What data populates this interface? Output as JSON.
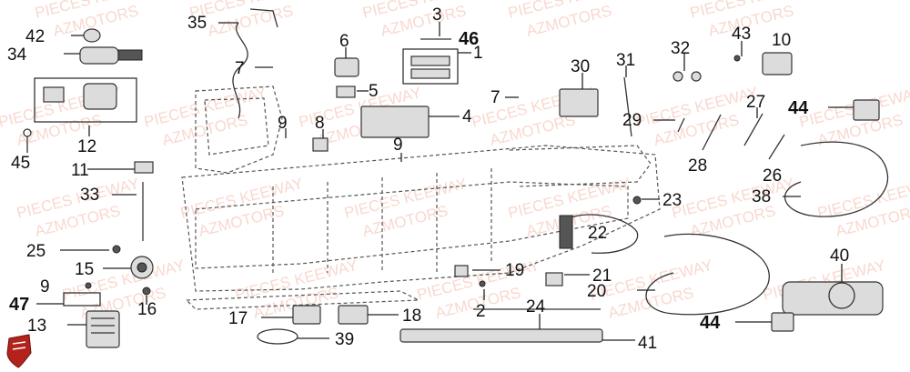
{
  "watermark": {
    "line1": "PIECES KEEWAY",
    "line2": "AZMOTORS",
    "color": "#f3b9a8"
  },
  "logo": {
    "name": "azmotors-shield-logo",
    "color": "#b3231c"
  },
  "callouts": [
    {
      "id": "35",
      "bold": false
    },
    {
      "id": "3",
      "bold": false
    },
    {
      "id": "42",
      "bold": false
    },
    {
      "id": "6",
      "bold": false
    },
    {
      "id": "46",
      "bold": true
    },
    {
      "id": "34",
      "bold": false
    },
    {
      "id": "1",
      "bold": false
    },
    {
      "id": "32",
      "bold": false
    },
    {
      "id": "43",
      "bold": false
    },
    {
      "id": "10",
      "bold": false
    },
    {
      "id": "30",
      "bold": false
    },
    {
      "id": "31",
      "bold": false
    },
    {
      "id": "7a",
      "label": "7",
      "bold": false
    },
    {
      "id": "5",
      "bold": false
    },
    {
      "id": "7b",
      "label": "7",
      "bold": false
    },
    {
      "id": "27",
      "bold": false
    },
    {
      "id": "44a",
      "label": "44",
      "bold": true
    },
    {
      "id": "29",
      "bold": false
    },
    {
      "id": "4",
      "bold": false
    },
    {
      "id": "9a",
      "label": "9",
      "bold": false
    },
    {
      "id": "8",
      "bold": false
    },
    {
      "id": "12",
      "bold": false
    },
    {
      "id": "9b",
      "label": "9",
      "bold": false
    },
    {
      "id": "28",
      "bold": false
    },
    {
      "id": "26",
      "bold": false
    },
    {
      "id": "45",
      "bold": false
    },
    {
      "id": "11",
      "bold": false
    },
    {
      "id": "38",
      "bold": false
    },
    {
      "id": "33",
      "bold": false
    },
    {
      "id": "23",
      "bold": false
    },
    {
      "id": "22",
      "bold": false
    },
    {
      "id": "25",
      "bold": false
    },
    {
      "id": "40",
      "bold": false
    },
    {
      "id": "15",
      "bold": false
    },
    {
      "id": "19",
      "bold": false
    },
    {
      "id": "21",
      "bold": false
    },
    {
      "id": "9c",
      "label": "9",
      "bold": false
    },
    {
      "id": "20",
      "bold": false
    },
    {
      "id": "47",
      "bold": true
    },
    {
      "id": "16",
      "bold": false
    },
    {
      "id": "2",
      "bold": false
    },
    {
      "id": "24",
      "bold": false
    },
    {
      "id": "13",
      "bold": false
    },
    {
      "id": "17",
      "bold": false
    },
    {
      "id": "18",
      "bold": false
    },
    {
      "id": "44b",
      "label": "44",
      "bold": true
    },
    {
      "id": "39",
      "bold": false
    },
    {
      "id": "41",
      "bold": false
    }
  ]
}
